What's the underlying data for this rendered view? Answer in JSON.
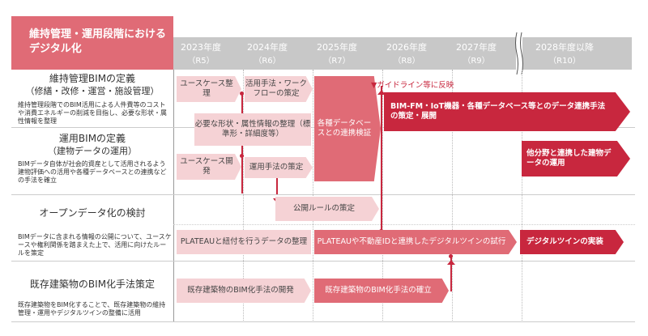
{
  "header": {
    "title_line1": "維持管理・運用段階における",
    "title_line2": "デジタル化"
  },
  "years": [
    {
      "label": "2023年度",
      "sub": "（R5）"
    },
    {
      "label": "2024年度",
      "sub": "（R6）"
    },
    {
      "label": "2025年度",
      "sub": "（R7）"
    },
    {
      "label": "2026年度",
      "sub": "（R8）"
    },
    {
      "label": "2027年度",
      "sub": "（R9）"
    },
    {
      "label": "2028年度以降",
      "sub": "（R10）"
    }
  ],
  "rows": [
    {
      "title1": "維持管理BIMの定義",
      "title2": "（修繕・改修・運営・施設管理）",
      "desc": "維持管理段階でのBIM活用による人件費等のコストや消費エネルギーの削減を目指し、必要な形状・属性情報を整理"
    },
    {
      "title1": "運用BIMの定義",
      "title2": "（建物データの運用）",
      "desc": "BIMデータ自体が社会的資産として活用されるよう建物評価への活用や各種データベースとの連携などの手法を確立"
    },
    {
      "title1": "オープンデータ化の検討",
      "title2": "",
      "desc": "BIMデータに含まれる情報の公開について、ユースケースや権利関係を踏まえた上で、活用に向けたルールを策定"
    },
    {
      "title1": "既存建築物のBIM化手法策定",
      "title2": "",
      "desc": "既存建築物をBIM化することで、既存建築物の維持管理・運用やデジタルツインの整備に活用"
    }
  ],
  "boxes": {
    "usecase1": "ユースケース整理",
    "method1": "活用手法・ワークフローの策定",
    "shape": "必要な形状・属性情報の整理（標準形・詳細度等）",
    "usecase2": "ユースケース開発",
    "method2": "運用手法の策定",
    "dbverify": "各種データベースとの連携検証",
    "guideline": "▼ガイドライン等に反映",
    "bimfm": "BIM-FM・IoT機器・各種データベース等とのデータ連携手法の策定・展開",
    "otherfield": "他分野と連携した建物データの運用",
    "publicrule": "公開ルールの策定",
    "plateau1": "PLATEAUと紐付を行うデータの整理",
    "plateau2": "PLATEAUや不動産IDと連携したデジタルツインの試行",
    "twin": "デジタルツインの実装",
    "existing1": "既存建築物のBIM化手法の開発",
    "existing2": "既存建築物のBIM化手法の確立"
  },
  "colors": {
    "header": "#e06b76",
    "dark": "#c8273e",
    "pink": "#f5d2d5",
    "gray": "#c8c8c8"
  }
}
